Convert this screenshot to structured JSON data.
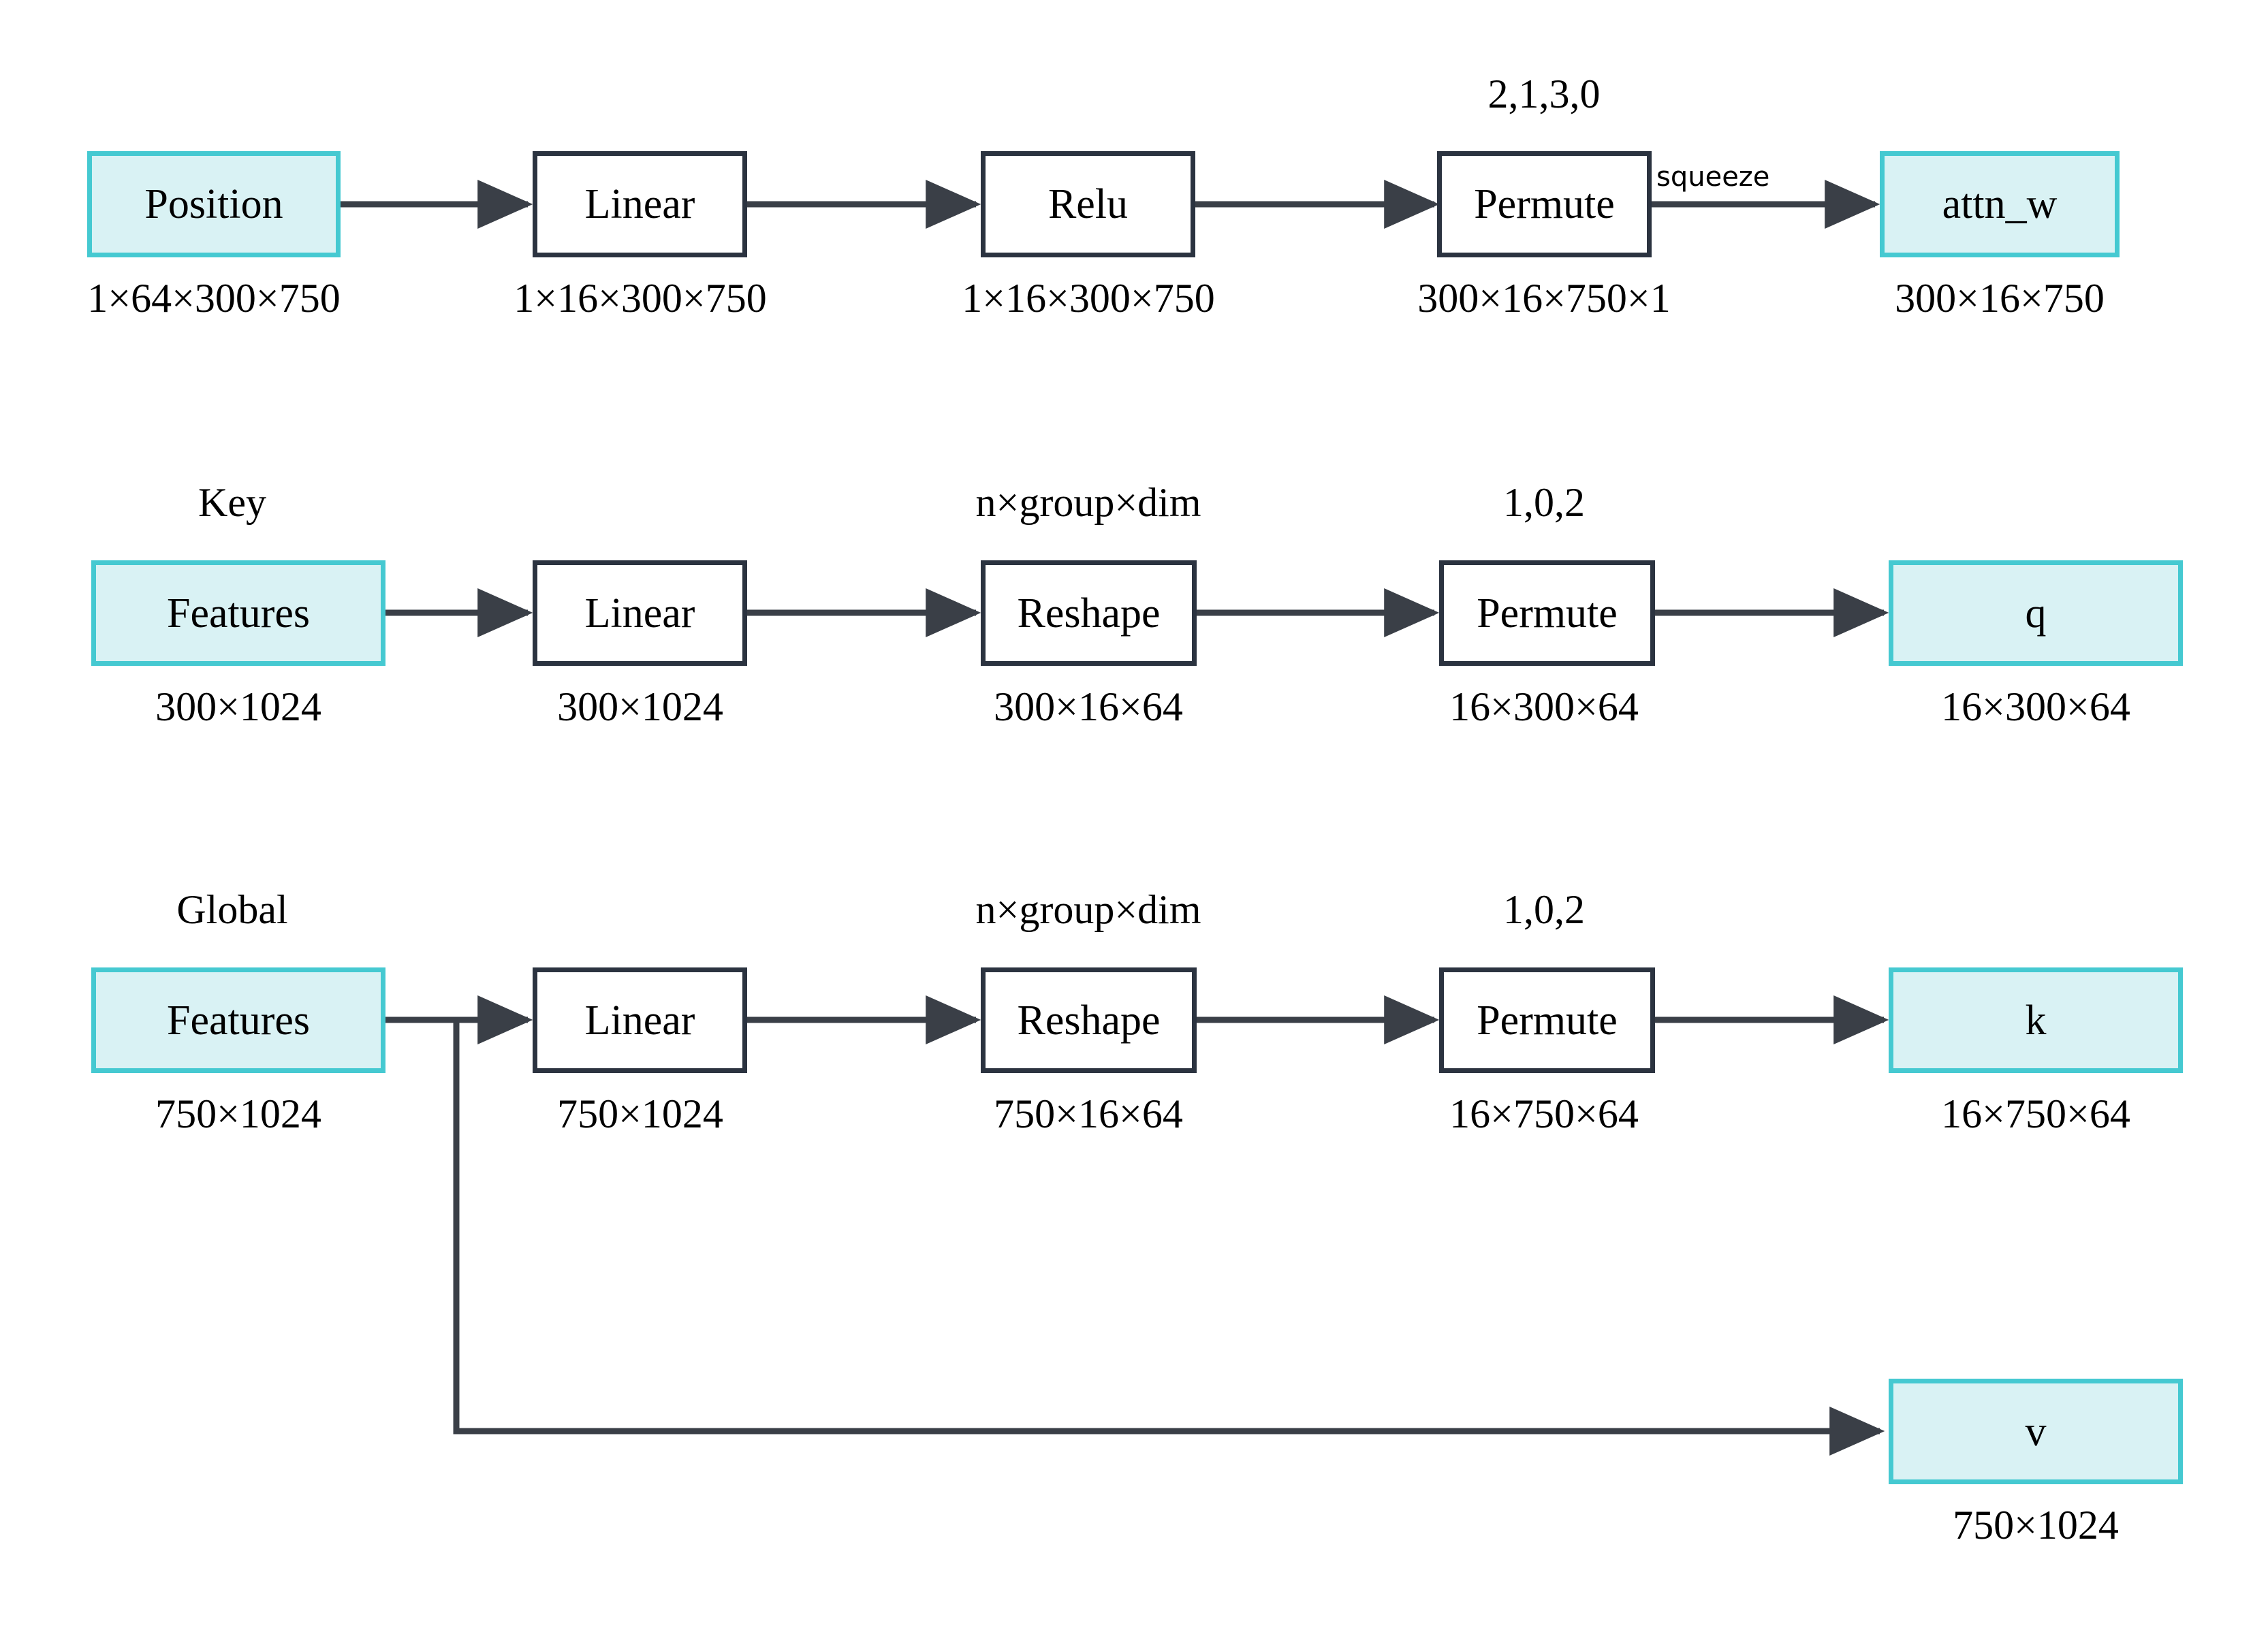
{
  "diagram": {
    "title_present": false,
    "colors": {
      "tensor_border": "#45C9D1",
      "tensor_fill": "#D9F2F4",
      "op_border": "#2b3340",
      "op_fill": "#ffffff",
      "wire": "#3a3f47",
      "background": "#ffffff"
    },
    "rows": [
      {
        "id": "row-attention-weights",
        "group_label": "",
        "nodes": [
          {
            "id": "position",
            "label": "Position",
            "kind": "tensor",
            "shape": "1×64×300×750"
          },
          {
            "id": "linear1",
            "label": "Linear",
            "kind": "op",
            "shape": "1×16×300×750"
          },
          {
            "id": "relu",
            "label": "Relu",
            "kind": "op",
            "shape": "1×16×300×750"
          },
          {
            "id": "permute1",
            "label": "Permute",
            "kind": "op",
            "shape": "300×16×750×1",
            "top_label": "2,1,3,0"
          },
          {
            "id": "attn_w",
            "label": "attn_w",
            "kind": "tensor",
            "shape": "300×16×750"
          }
        ],
        "edge_labels": [
          {
            "id": "squeeze",
            "text": "squeeze",
            "between": "permute1-attn_w"
          }
        ]
      },
      {
        "id": "row-query",
        "group_label": "Key",
        "nodes": [
          {
            "id": "key_features",
            "label": "Features",
            "kind": "tensor",
            "shape": "300×1024"
          },
          {
            "id": "linear2",
            "label": "Linear",
            "kind": "op",
            "shape": "300×1024"
          },
          {
            "id": "reshape1",
            "label": "Reshape",
            "kind": "op",
            "shape": "300×16×64",
            "top_label": "n×group×dim"
          },
          {
            "id": "permute2",
            "label": "Permute",
            "kind": "op",
            "shape": "16×300×64",
            "top_label": "1,0,2"
          },
          {
            "id": "q",
            "label": "q",
            "kind": "tensor",
            "shape": "16×300×64"
          }
        ],
        "edge_labels": []
      },
      {
        "id": "row-key-value",
        "group_label": "Global",
        "nodes": [
          {
            "id": "global_features",
            "label": "Features",
            "kind": "tensor",
            "shape": "750×1024"
          },
          {
            "id": "linear3",
            "label": "Linear",
            "kind": "op",
            "shape": "750×1024"
          },
          {
            "id": "reshape2",
            "label": "Reshape",
            "kind": "op",
            "shape": "750×16×64",
            "top_label": "n×group×dim"
          },
          {
            "id": "permute3",
            "label": "Permute",
            "kind": "op",
            "shape": "16×750×64",
            "top_label": "1,0,2"
          },
          {
            "id": "k",
            "label": "k",
            "kind": "tensor",
            "shape": "16×750×64"
          }
        ],
        "edge_labels": []
      },
      {
        "id": "row-value",
        "group_label": "",
        "nodes": [
          {
            "id": "v",
            "label": "v",
            "kind": "tensor",
            "shape": "750×1024"
          }
        ],
        "edge_labels": []
      }
    ]
  }
}
